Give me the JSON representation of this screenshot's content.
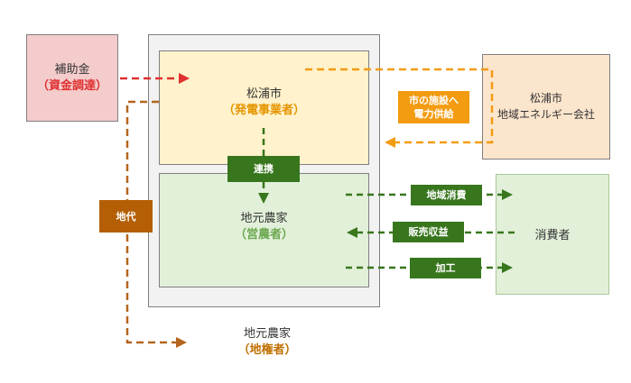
{
  "subsidy": {
    "line1": "補助金",
    "line2": "（資金調達）"
  },
  "city": {
    "line1": "松浦市",
    "line2": "（発電事業者）"
  },
  "energy_company": {
    "line1": "松浦市",
    "line2": "地域エネルギー会社"
  },
  "farmer_operator": {
    "line1": "地元農家",
    "line2": "（営農者）"
  },
  "consumer": {
    "label": "消費者"
  },
  "landowner": {
    "line1": "地元農家",
    "line2": "（地権者）"
  },
  "tags": {
    "supply": {
      "line1": "市の施設へ",
      "line2": "電力供給"
    },
    "cooperation": "連携",
    "land_rent": "地代",
    "local_consumption": "地域消費",
    "sales_revenue": "販売収益",
    "processing": "加工"
  },
  "colors": {
    "subsidy_fill": "#f4cccc",
    "city_fill": "#fff2cc",
    "energy_fill": "#fce5cd",
    "farm_fill": "#e2f0d9",
    "outer_fill": "#f2f2f2",
    "red": "#e03030",
    "orange": "#f39c12",
    "brown": "#b5651d",
    "green": "#38761d"
  }
}
